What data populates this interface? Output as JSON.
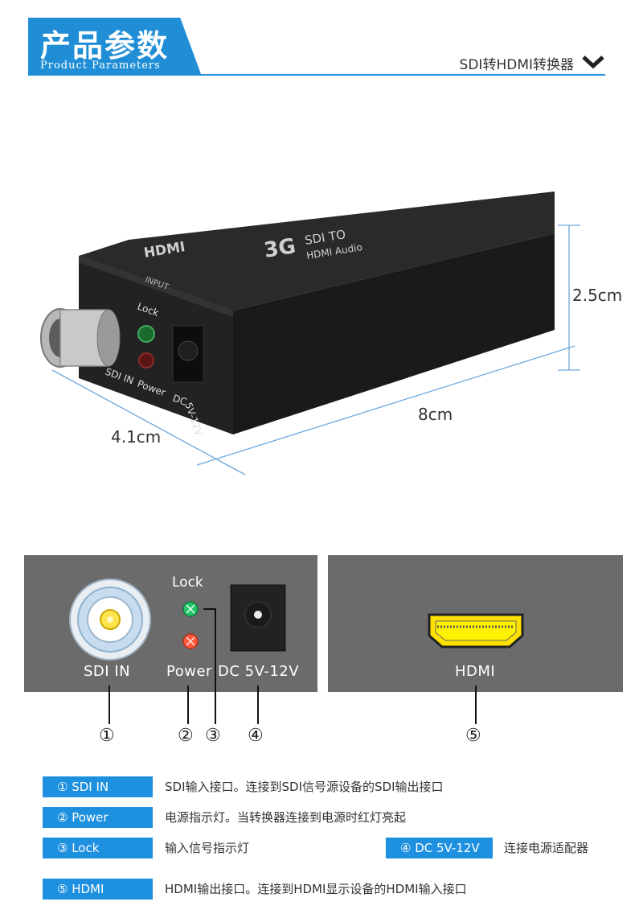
{
  "header": {
    "title": "产品参数",
    "subtitle": "Product Parameters",
    "product_name": "SDI转HDMI转换器"
  },
  "photo": {
    "dimensions": {
      "height": "2.5cm",
      "length": "8cm",
      "width": "4.1cm"
    },
    "device_print": {
      "hdmi_logo": "HDMI",
      "model_line1": "SDI TO",
      "model_line2": "HDMI Audio",
      "model_prefix": "3G",
      "input_label": "INPUT",
      "lock": "Lock",
      "sdi_in": "SDI IN",
      "power": "Power",
      "dc": "DC",
      "voltage": "5V-12V"
    }
  },
  "panel_left": {
    "lock_label": "Lock",
    "sdi_in_label": "SDI IN",
    "power_label": "Power",
    "dc_label": "DC 5V-12V"
  },
  "panel_right": {
    "hdmi_label": "HDMI"
  },
  "callouts": [
    "①",
    "②",
    "③",
    "④",
    "⑤"
  ],
  "legend": [
    {
      "tag": "① SDI IN",
      "desc": "SDI输入接口。连接到SDI信号源设备的SDI输出接口"
    },
    {
      "tag": "② Power",
      "desc": "电源指示灯。当转换器连接到电源时红灯亮起"
    },
    {
      "tag": "③ Lock",
      "desc": "输入信号指示灯"
    },
    {
      "tag": "④ DC 5V-12V",
      "desc": "连接电源适配器"
    },
    {
      "tag": "⑤ HDMI",
      "desc": "HDMI输出接口。连接到HDMI显示设备的HDMI输入接口"
    }
  ],
  "colors": {
    "accent": "#1f8ed6",
    "panel": "#6b6b6b",
    "led_green": "#27c36a",
    "led_red": "#ff5a3c",
    "hdmi_yellow": "#ffe100"
  }
}
